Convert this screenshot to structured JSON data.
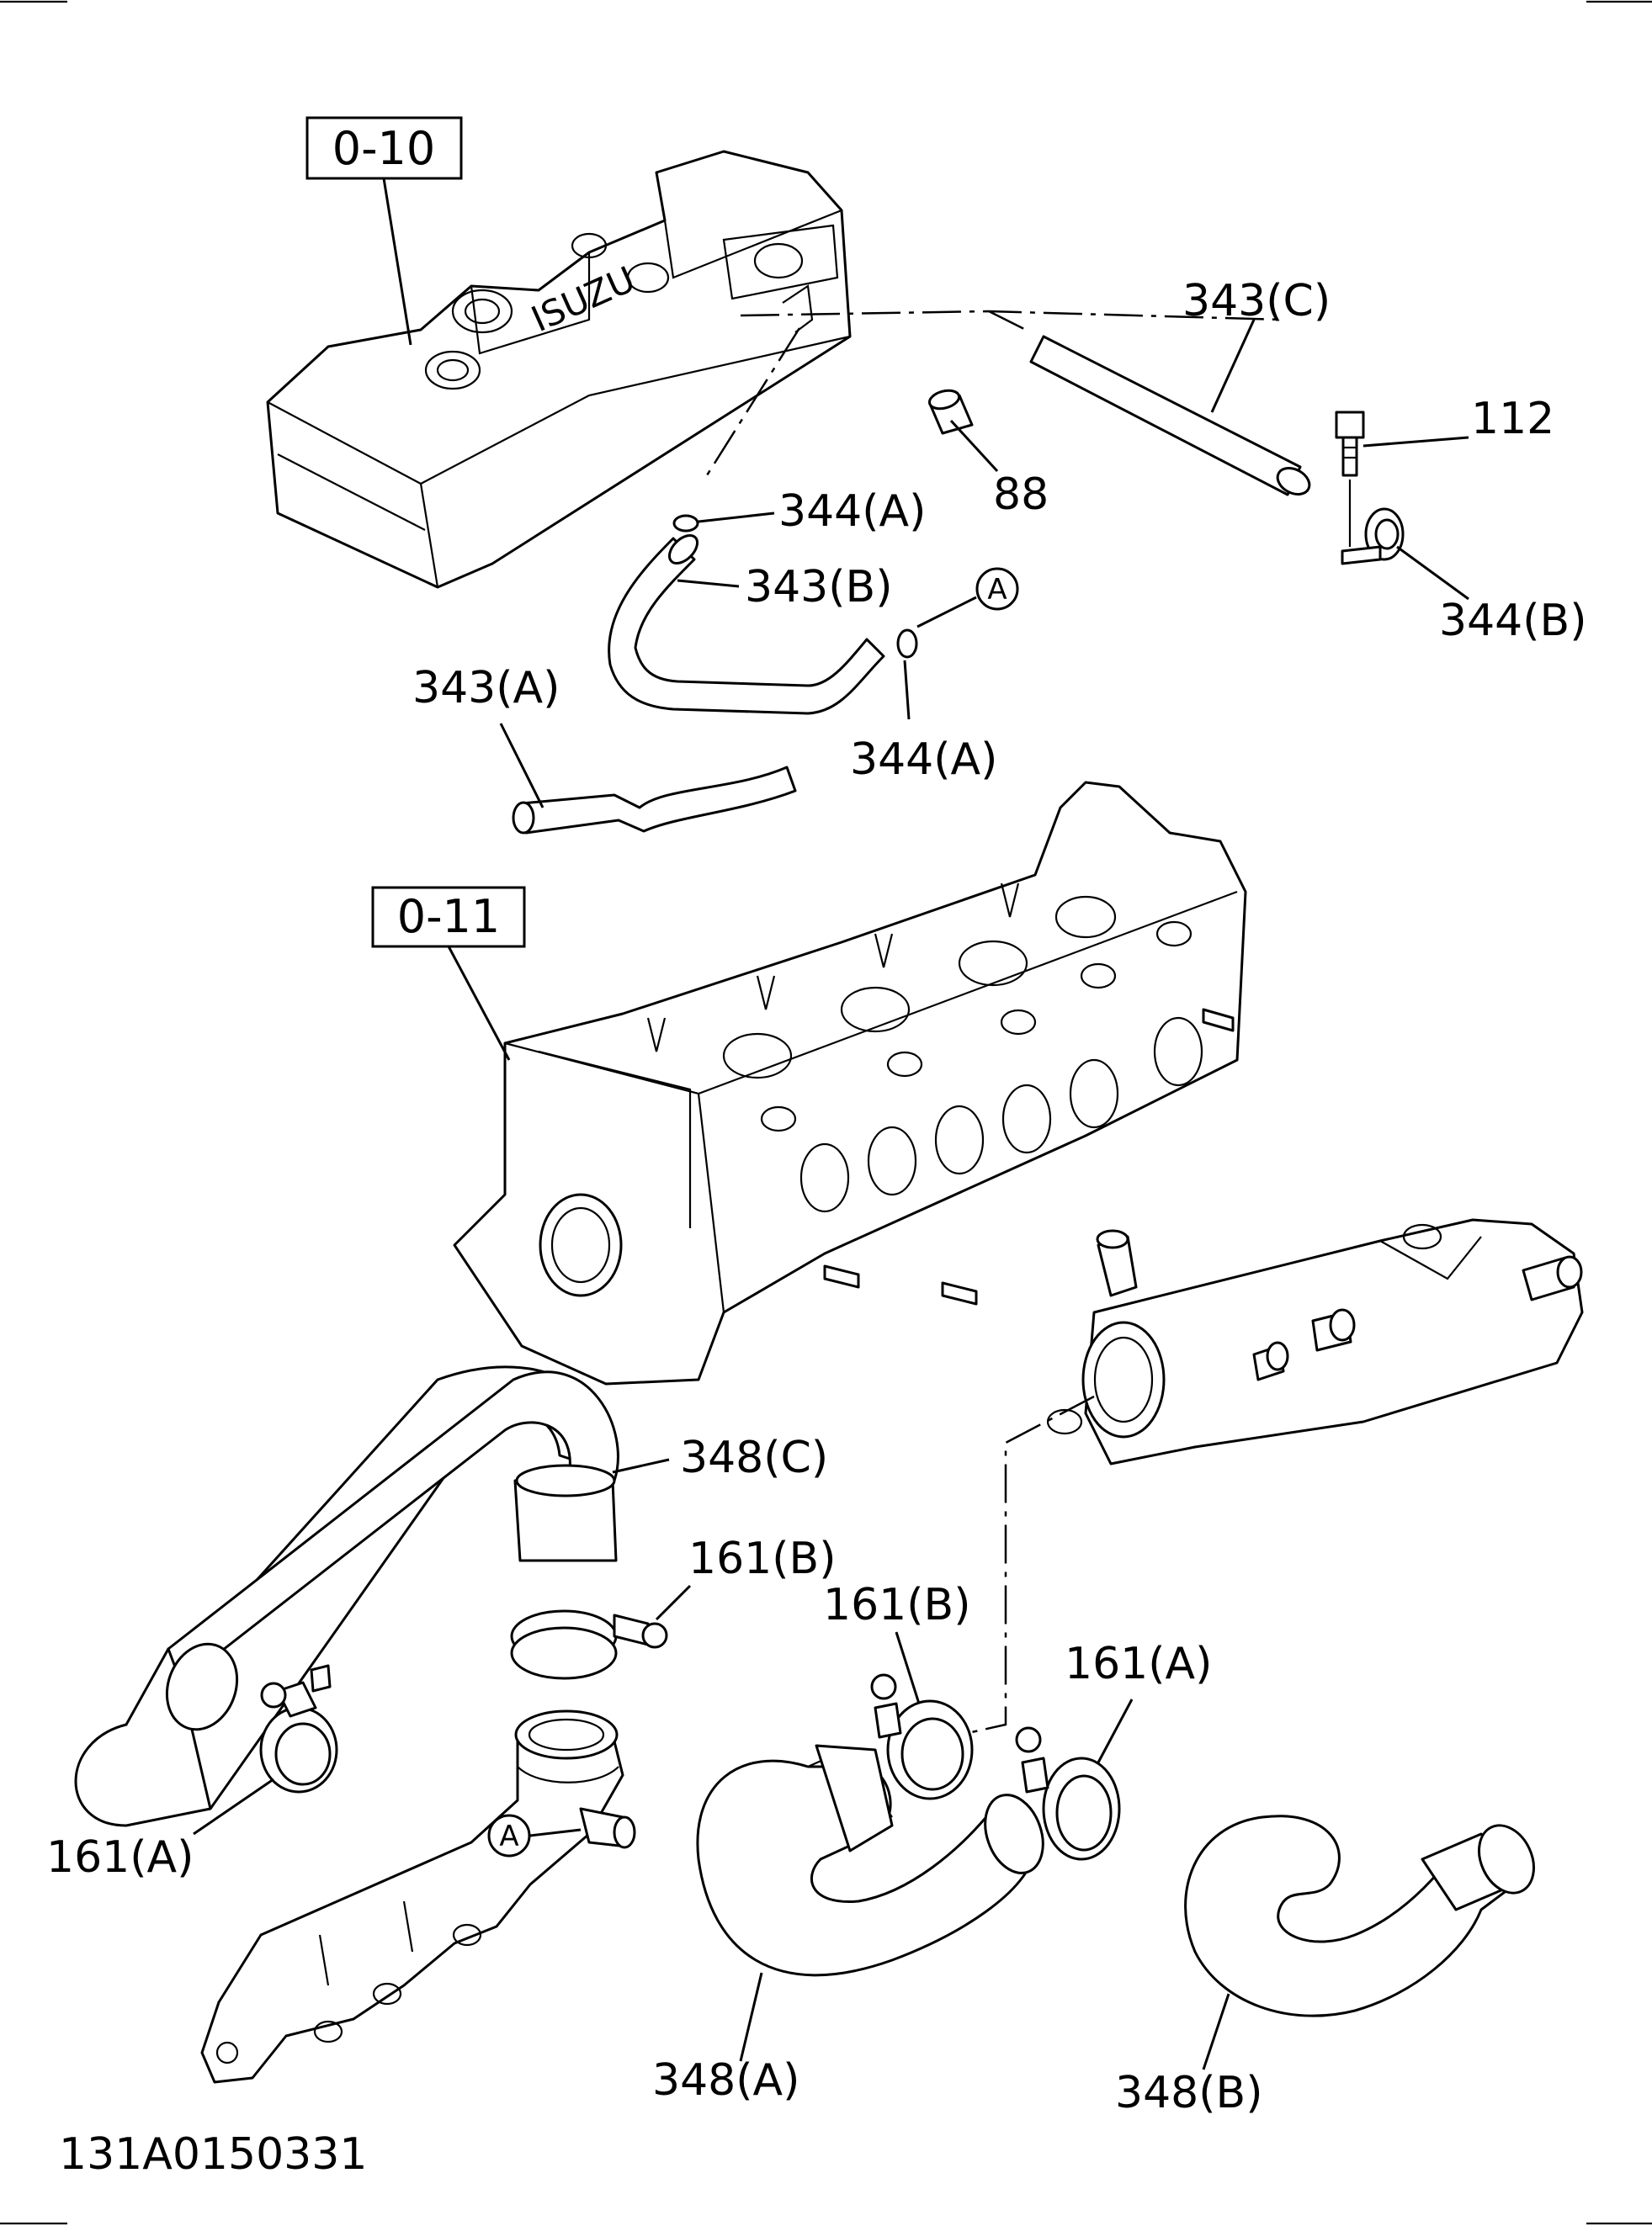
{
  "references": {
    "rocker_cover": "0-10",
    "cylinder_head": "0-11"
  },
  "callouts": {
    "p343c": "343(C)",
    "p112": "112",
    "p88": "88",
    "p344a_upper": "344(A)",
    "p343b": "343(B)",
    "marker_a_upper": "A",
    "p344b": "344(B)",
    "p343a": "343(A)",
    "p344a_lower": "344(A)",
    "p348c": "348(C)",
    "p161b_left": "161(B)",
    "p161b_right": "161(B)",
    "p161a_right": "161(A)",
    "p161a_left": "161(A)",
    "marker_a_lower": "A",
    "p348a": "348(A)",
    "p348b": "348(B)"
  },
  "cover_text": "ISUZU",
  "drawing_number": "131A0150331"
}
